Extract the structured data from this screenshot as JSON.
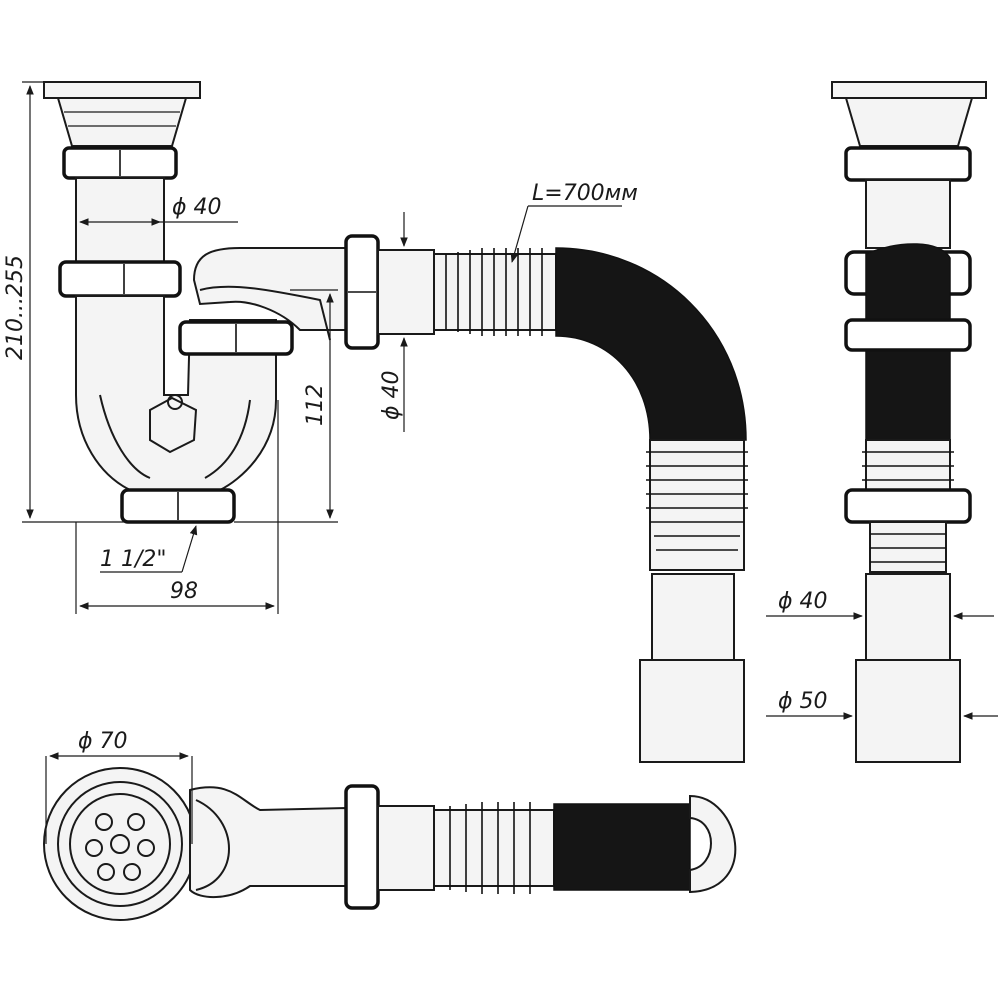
{
  "dimensions": {
    "height_range": "210...255",
    "inlet_diameter": "ϕ 40",
    "outlet_side_diameter": "ϕ 40",
    "trap_height": "112",
    "thread": "1 1/2\"",
    "width": "98",
    "hose_length": "L=700мм",
    "right_diameter_40": "ϕ 40",
    "right_diameter_50": "ϕ 50",
    "strainer_diameter": "ϕ 70"
  },
  "colors": {
    "line": "#1a1a1a",
    "hose": "#151515",
    "fill": "#f4f4f4"
  }
}
